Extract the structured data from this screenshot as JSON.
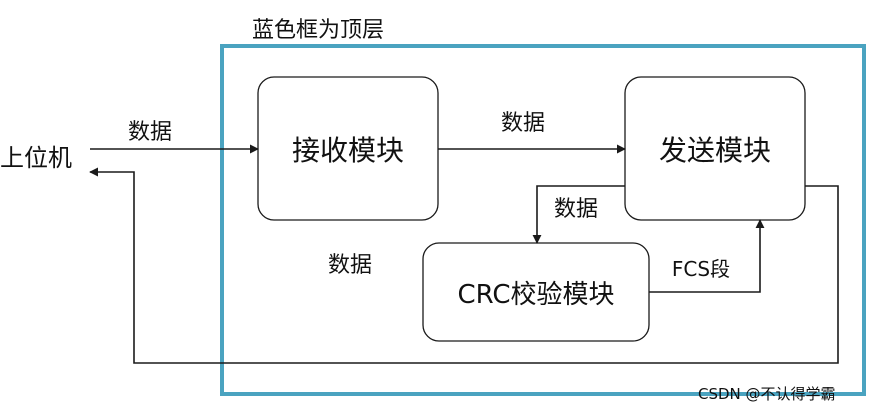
{
  "title": "蓝色框为顶层",
  "host": "上位机",
  "blocks": {
    "receive": "接收模块",
    "send": "发送模块",
    "crc": "CRC校验模块"
  },
  "edges": {
    "host_to_receive": "数据",
    "receive_to_send": "数据",
    "send_to_crc": "数据",
    "crc_to_send": "FCS段",
    "loose_label": "数据"
  },
  "watermark": "CSDN @不认得学霸",
  "colors": {
    "top_frame": "#4aa3c0",
    "line": "#1a1a1a",
    "watermark": "#9a9a9a"
  }
}
